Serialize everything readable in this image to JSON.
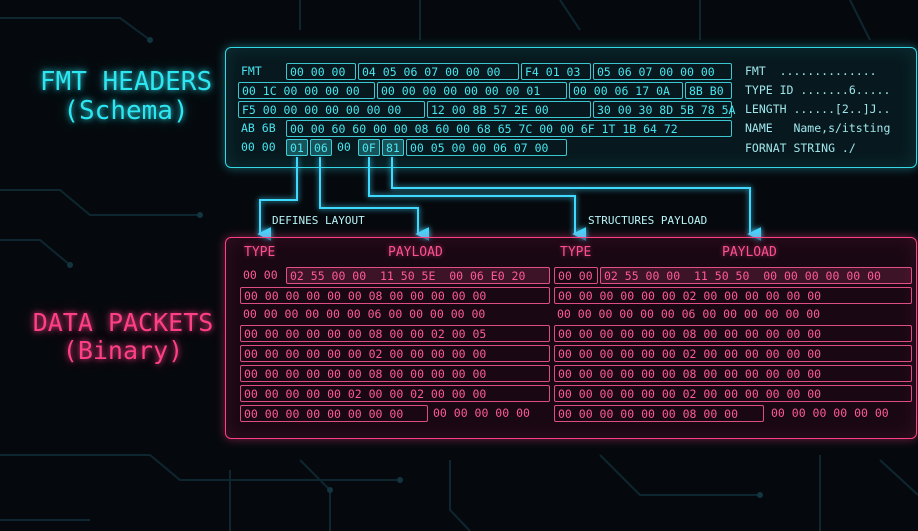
{
  "labels": {
    "fmt_title": "FMT HEADERS",
    "fmt_sub": "(Schema)",
    "data_title": "DATA PACKETS",
    "data_sub": "(Binary)"
  },
  "fmt_hex": {
    "row1": [
      "FMT",
      "00 00 00",
      "04 05 06 07 00 00 00",
      "F4 01 03",
      "05 06 07 00 00 00"
    ],
    "row2": [
      "00 1C 00 00 00 00",
      "00 00 00 00 00 00 00 01",
      "00 00 06 17 0A",
      "8B B0"
    ],
    "row3": [
      "F5 00 00 00 00 00 00 00",
      "12 00 8B 57 2E 00",
      "30 00 30 8D 5B 78 5A"
    ],
    "row4": [
      "AB 6B",
      "00 00 60 60 00 00 08 60 00 68 65 7C 00 00 6F 1T 1B 64 72"
    ],
    "row5": [
      "00 00",
      "01",
      "06",
      "00",
      "0F",
      "81",
      "00 05 00 00 06 07 00"
    ]
  },
  "fmt_fields": [
    "FMT  ..............",
    "TYPE ID .......6.....",
    "LENGTH ......[2..]J..",
    "NAME   Name,s/itsting",
    "FORNAT STRING ./"
  ],
  "connectors": {
    "left_label": "DEFINES LAYOUT",
    "right_label": "STRUCTURES PAYLOAD"
  },
  "packet_headers": {
    "left_type": "TYPE",
    "left_payload": "PAYLOAD",
    "right_type": "TYPE",
    "right_payload": "PAYLOAD"
  },
  "packets_left": {
    "r1": [
      "00 00",
      "02 55 00 00  11 50 5E  00 06 E0 20"
    ],
    "r2": "00 00 00 00 00 00 08 00 00 00 00 00",
    "r3": "00 00 00 00 00 00 06 00 00 00 00 00",
    "r4": "00 00 00 00 00 00 08 00 00 02 00 05",
    "r5": "00 00 00 00 00 00 02 00 00 00 00 00",
    "r6": "00 00 00 00 00 00 08 00 00 00 00 00",
    "r7": "00 00 00 00 00 02 00 00 02 00 00 00",
    "r8": [
      "00 00 00 00 00 00 00 00",
      "00 00 00 00 00"
    ]
  },
  "packets_right": {
    "r1": [
      "00 00",
      "02 55 00 00  11 50 50  00 00 00 00 00 00"
    ],
    "r2": "00 00 00 00 00 00 02 00 00 00 00 00 00",
    "r3": "00 00 00 00 00 00 06 00 00 00 00 00 00",
    "r4": "00 00 00 00 00 00 08 00 00 00 00 00 00",
    "r5": "00 00 00 00 00 00 02 00 00 00 00 00 00",
    "r6": "00 00 00 00 00 00 08 00 00 00 00 00 00",
    "r7": "00 00 00 00 00 00 02 00 00 00 00 00 00",
    "r8": [
      "00 00 00 00 00 00 08 00 00",
      "00 00 00 00 00 00"
    ]
  },
  "colors": {
    "schema": "#2ee6f2",
    "packets": "#ff3f86",
    "background": "#05090d"
  }
}
